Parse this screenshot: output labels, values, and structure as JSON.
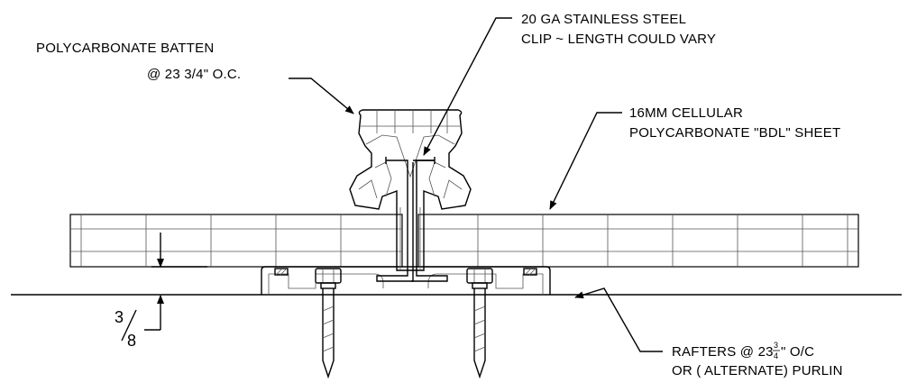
{
  "labels": {
    "batten_line1": "POLYCARBONATE BATTEN",
    "batten_line2": "@ 23 3/4\" O.C.",
    "clip_line1": "20 GA STAINLESS STEEL",
    "clip_line2": "CLIP ~ LENGTH COULD VARY",
    "sheet_line1": "16MM CELLULAR",
    "sheet_line2": "POLYCARBONATE \"BDL\" SHEET",
    "rafter_line1_prefix": "RAFTERS @ 23",
    "rafter_frac_num": "3",
    "rafter_frac_den": "4",
    "rafter_line1_suffix": "\" O/C",
    "rafter_line2": "OR ( ALTERNATE) PURLIN",
    "dim_num": "3",
    "dim_den": "8"
  }
}
